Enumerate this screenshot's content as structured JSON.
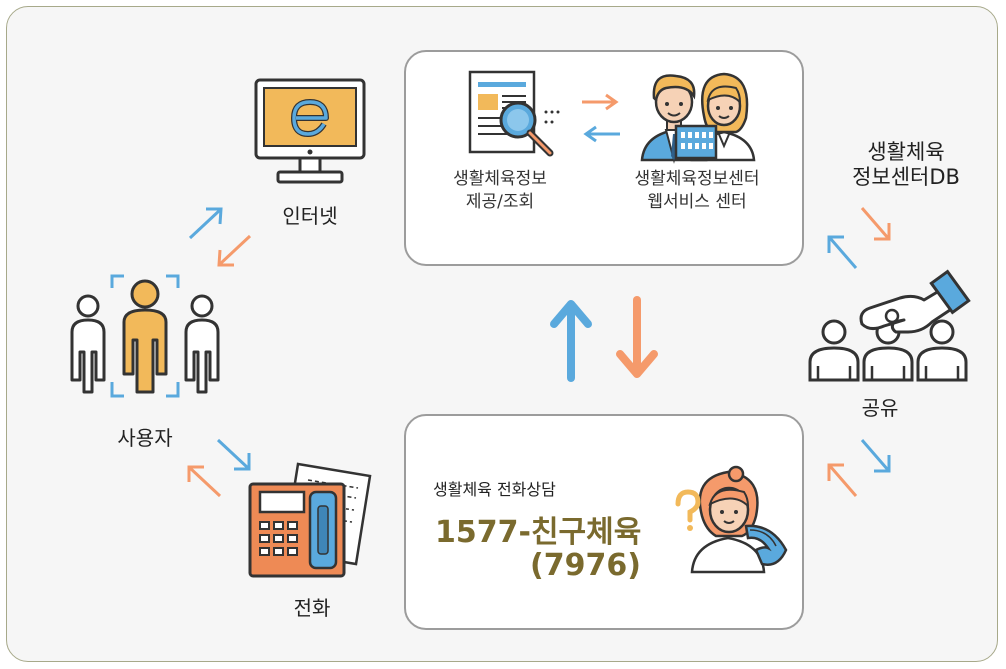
{
  "nodes": {
    "internet": "인터넷",
    "users": "사용자",
    "phone": "전화",
    "share": "공유",
    "db_line1": "생활체육",
    "db_line2": "정보센터DB"
  },
  "top_card": {
    "left_line1": "생활체육정보",
    "left_line2": "제공/조회",
    "right_line1": "생활체육정보센터",
    "right_line2": "웹서비스 센터"
  },
  "bottom_card": {
    "subtitle": "생활체육 전화상담",
    "phone_line1": "1577-친구체육",
    "phone_line2": "(7976)"
  },
  "colors": {
    "orange": "#f59a6b",
    "blue": "#5aa9dd",
    "olive": "#7a6a2e",
    "monitor": "#f2b95a",
    "phone_body": "#ee8a55"
  }
}
